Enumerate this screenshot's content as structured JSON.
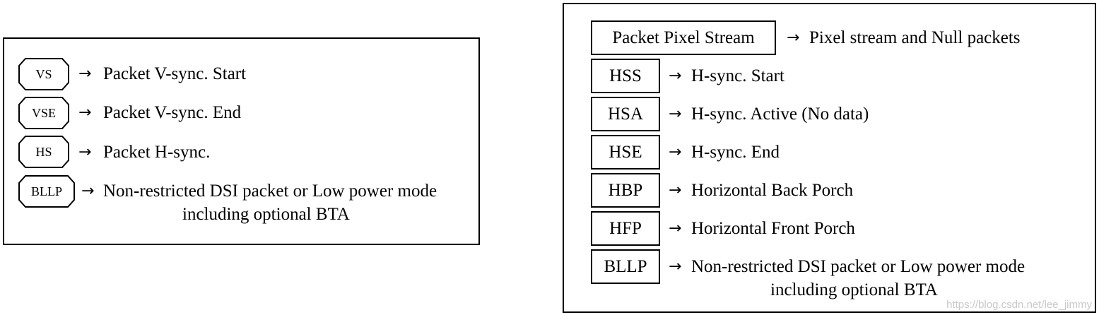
{
  "left_legend": {
    "items": [
      {
        "code": "VS",
        "description": "Packet V-sync. Start"
      },
      {
        "code": "VSE",
        "description": "Packet V-sync. End"
      },
      {
        "code": "HS",
        "description": "Packet H-sync."
      },
      {
        "code": "BLLP",
        "description": "Non-restricted DSI packet or Low power mode",
        "description_line2": "including optional BTA"
      }
    ]
  },
  "right_legend": {
    "items": [
      {
        "code": "Packet Pixel Stream",
        "description": "Pixel stream and Null packets"
      },
      {
        "code": "HSS",
        "description": "H-sync. Start"
      },
      {
        "code": "HSA",
        "description": "H-sync. Active (No data)"
      },
      {
        "code": "HSE",
        "description": "H-sync. End"
      },
      {
        "code": "HBP",
        "description": "Horizontal Back Porch"
      },
      {
        "code": "HFP",
        "description": "Horizontal Front Porch"
      },
      {
        "code": "BLLP",
        "description": "Non-restricted DSI packet or Low power mode",
        "description_line2": "including optional BTA"
      }
    ]
  },
  "arrow_glyph": "→",
  "watermark": "https://blog.csdn.net/lee_jimmy"
}
